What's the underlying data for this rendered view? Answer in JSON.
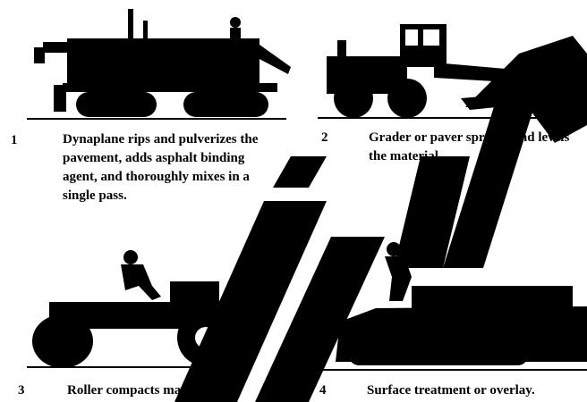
{
  "steps": [
    {
      "number": "1",
      "caption": "Dynaplane rips and pulverizes the pavement, adds asphalt binding agent, and thoroughly mixes in a single pass."
    },
    {
      "number": "2",
      "caption": "Grader or paver spreads and levels the material."
    },
    {
      "number": "3",
      "caption": "Roller compacts material."
    },
    {
      "number": "4",
      "caption": "Surface treatment or overlay."
    }
  ],
  "icons": {
    "step1": "dynaplane-machine-icon",
    "step2": "motor-grader-icon",
    "step3": "road-roller-icon",
    "step4": "paver-machine-icon"
  },
  "colors": {
    "ink": "#000000",
    "background": "#ffffff",
    "watermark": "#000000"
  },
  "watermark": {
    "text": "live",
    "kind": "diagonal-overlay-lettering"
  }
}
